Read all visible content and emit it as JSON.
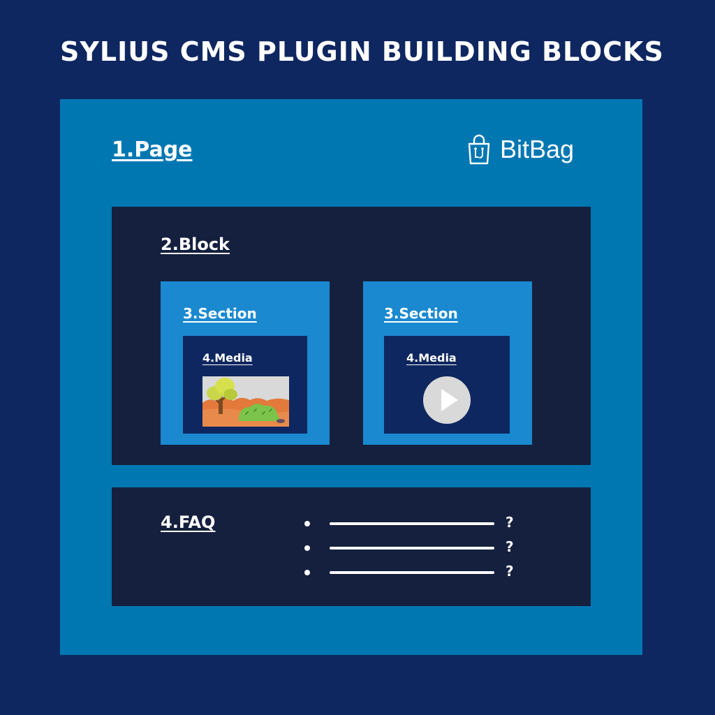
{
  "title": "SYLIUS CMS PLUGIN BUILDING BLOCKS",
  "page": {
    "label": "1.Page",
    "brand": {
      "name": "BitBag",
      "icon": "shopping-bag-icon"
    }
  },
  "block": {
    "label": "2.Block",
    "sections": [
      {
        "label": "3.Section",
        "media": {
          "label": "4.Media",
          "icon": "landscape-image-icon"
        }
      },
      {
        "label": "3.Section",
        "media": {
          "label": "4.Media",
          "icon": "play-icon"
        }
      }
    ]
  },
  "faq": {
    "label": "4.FAQ",
    "items": [
      {
        "mark": "?"
      },
      {
        "mark": "?"
      },
      {
        "mark": "?"
      }
    ]
  },
  "colors": {
    "background": "#0f2760",
    "page": "#0177b2",
    "block": "#15203f",
    "section": "#1a89cf",
    "media": "#0f2760"
  }
}
